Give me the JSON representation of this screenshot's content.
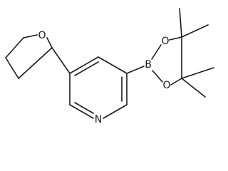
{
  "diagram": {
    "atom_labels": {
      "ring_oxygen": "O",
      "boronate_oxygen_upper": "O",
      "boronate_oxygen_lower": "O",
      "boron": "B",
      "pyridine_nitrogen": "N"
    }
  }
}
